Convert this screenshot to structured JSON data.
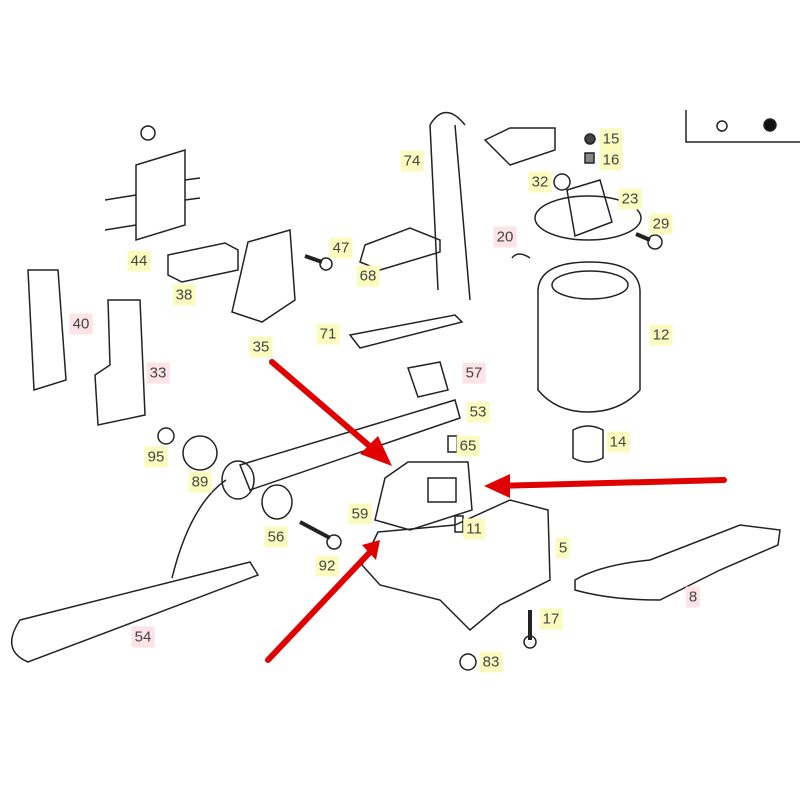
{
  "diagram": {
    "label_colors": {
      "yellow": "#fbfbc0",
      "pink": "#fbe3e8",
      "arrow": "#e00000"
    },
    "part_labels": [
      "15",
      "16",
      "32",
      "23",
      "29",
      "74",
      "20",
      "12",
      "44",
      "38",
      "47",
      "68",
      "40",
      "33",
      "71",
      "35",
      "57",
      "53",
      "65",
      "14",
      "95",
      "89",
      "59",
      "11",
      "5",
      "56",
      "92",
      "8",
      "17",
      "54",
      "83"
    ]
  }
}
